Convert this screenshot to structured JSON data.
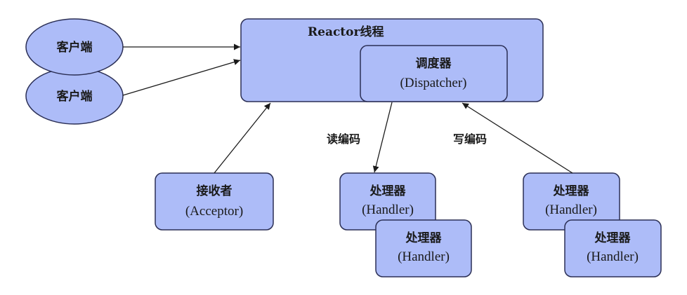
{
  "diagram": {
    "colors": {
      "node_fill": "#adbcf8",
      "node_stroke": "#2b2f55",
      "edge": "#1a1a1a",
      "background": "#ffffff"
    },
    "clients": [
      {
        "label": "客户端"
      },
      {
        "label": "客户端"
      }
    ],
    "reactor": {
      "title": "Reactor线程"
    },
    "dispatcher": {
      "title": "调度器",
      "subtitle": "(Dispatcher)"
    },
    "acceptor": {
      "title": "接收者",
      "subtitle": "(Acceptor)"
    },
    "handlers": [
      {
        "title": "处理器",
        "subtitle": "(Handler)"
      },
      {
        "title": "处理器",
        "subtitle": "(Handler)"
      },
      {
        "title": "处理器",
        "subtitle": "(Handler)"
      },
      {
        "title": "处理器",
        "subtitle": "(Handler)"
      }
    ],
    "edges": [
      {
        "from": "client-1",
        "to": "reactor",
        "label": ""
      },
      {
        "from": "client-2",
        "to": "reactor",
        "label": ""
      },
      {
        "from": "acceptor",
        "to": "reactor",
        "label": ""
      },
      {
        "from": "dispatcher",
        "to": "handler-1",
        "label": "读编码"
      },
      {
        "from": "handler-3",
        "to": "dispatcher",
        "label": "写编码"
      }
    ],
    "labels": {
      "read": "读编码",
      "write": "写编码"
    }
  }
}
